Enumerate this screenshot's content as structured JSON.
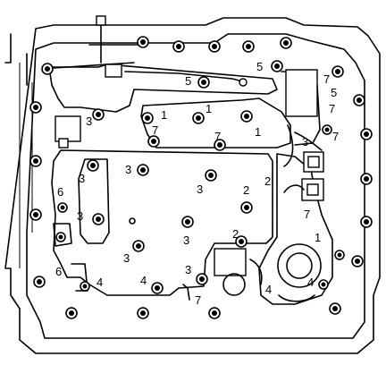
{
  "labels": {
    "l5a": "5",
    "l5b": "5",
    "l7a": "7",
    "l5c": "5",
    "l7b": "7",
    "l1a": "1",
    "l1b": "1",
    "l3a": "3",
    "l7c": "7",
    "l7d": "7",
    "l1c": "1",
    "l3b": "3",
    "l7e": "7",
    "l3c": "3",
    "l3d": "3",
    "l3e": "3",
    "l2a": "2",
    "l2b": "2",
    "l6a": "6",
    "l3f": "3",
    "l7f": "7",
    "l1d": "1",
    "l2c": "2",
    "l3g": "3",
    "l3h": "3",
    "l6b": "6",
    "l4a": "4",
    "l4b": "4",
    "l3i": "3",
    "l4c": "4",
    "l4d": "4",
    "l7g": "7"
  },
  "colors": {
    "line": "#000000",
    "background": "#ffffff"
  }
}
